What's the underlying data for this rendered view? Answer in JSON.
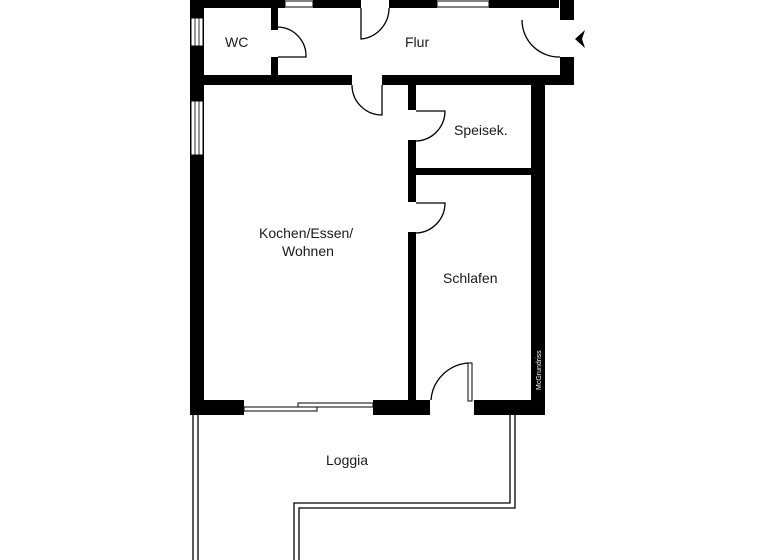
{
  "plan": {
    "rooms": [
      {
        "id": "wc",
        "label": "WC"
      },
      {
        "id": "flur",
        "label": "Flur"
      },
      {
        "id": "speisek",
        "label": "Speisek."
      },
      {
        "id": "kochen",
        "label_line1": "Kochen/Essen/",
        "label_line2": "Wohnen"
      },
      {
        "id": "schlafen",
        "label": "Schlafen"
      },
      {
        "id": "loggia",
        "label": "Loggia"
      }
    ],
    "brand_label": "McGrundriss",
    "entry_marker": "entrance-arrow",
    "colors": {
      "wall": "#000000",
      "background": "#ffffff",
      "text": "#1a1a1a"
    }
  }
}
